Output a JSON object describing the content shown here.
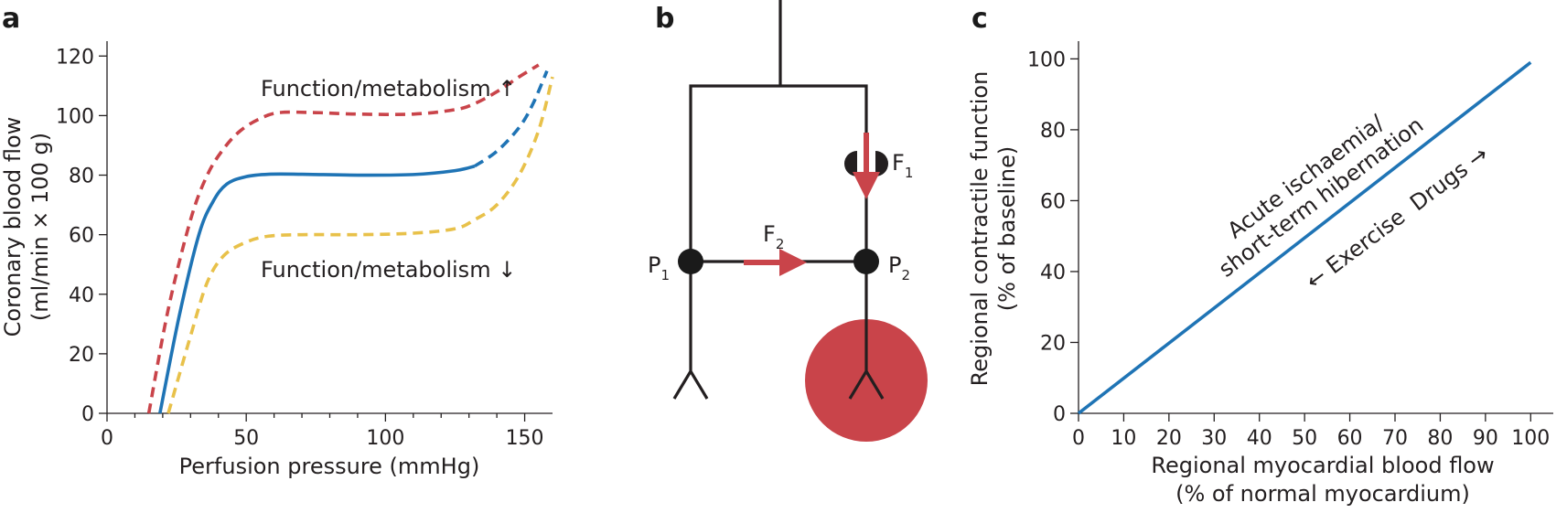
{
  "panels": {
    "a": {
      "letter": "a"
    },
    "b": {
      "letter": "b"
    },
    "c": {
      "letter": "c"
    }
  },
  "chart_data": [
    {
      "panel": "a",
      "type": "line",
      "title": "",
      "xlabel": "Perfusion pressure (mmHg)",
      "ylabel_line1": "Coronary blood flow",
      "ylabel_line2": "(ml/min × 100 g)",
      "xlim": [
        0,
        160
      ],
      "ylim": [
        0,
        125
      ],
      "xticks": [
        0,
        50,
        100,
        150
      ],
      "xminor_ticks": [
        10,
        20,
        30,
        40,
        60,
        70,
        80,
        90,
        110,
        120,
        130,
        140
      ],
      "yticks": [
        0,
        20,
        40,
        60,
        80,
        100,
        120
      ],
      "annotations": {
        "upper": "Function/metabolism ↑",
        "lower": "Function/metabolism ↓"
      },
      "series": [
        {
          "key": "increased",
          "color": "#c9444a",
          "style": "dashed",
          "x": [
            15,
            22,
            30,
            36,
            42,
            48,
            55,
            62,
            75,
            90,
            110,
            125,
            132,
            140,
            148,
            155
          ],
          "y": [
            0,
            35,
            65,
            80,
            89,
            95,
            99,
            101,
            101,
            100.5,
            100.5,
            102,
            104,
            108,
            113,
            117
          ]
        },
        {
          "key": "baseline",
          "color": "#1f74b5",
          "style": "solid",
          "x": [
            19,
            26,
            33,
            38,
            43,
            50,
            58,
            70,
            90,
            110,
            125,
            132
          ],
          "y": [
            0,
            33,
            60,
            71,
            77,
            79.5,
            80.3,
            80.3,
            80,
            80.2,
            81.5,
            83
          ]
        },
        {
          "key": "baseline-extension",
          "color": "#1f74b5",
          "style": "dashed",
          "x": [
            132,
            140,
            148,
            153,
            158
          ],
          "y": [
            83,
            88,
            96,
            104,
            115
          ]
        },
        {
          "key": "decreased",
          "color": "#e8c14a",
          "style": "dashed",
          "x": [
            22,
            30,
            36,
            42,
            50,
            58,
            70,
            90,
            110,
            125,
            132,
            140,
            148,
            155,
            160
          ],
          "y": [
            0,
            26,
            44,
            53,
            57.5,
            59.5,
            60,
            60,
            60.5,
            62,
            65,
            70,
            80,
            95,
            113
          ]
        }
      ]
    },
    {
      "panel": "c",
      "type": "line",
      "title": "",
      "xlabel_line1": "Regional myocardial blood flow",
      "xlabel_line2": "(% of normal myocardium)",
      "ylabel_line1": "Regional contractile function",
      "ylabel_line2": "(% of baseline)",
      "xlim": [
        0,
        105
      ],
      "ylim": [
        0,
        105
      ],
      "xticks": [
        0,
        10,
        20,
        30,
        40,
        50,
        60,
        70,
        80,
        90,
        100
      ],
      "yticks": [
        0,
        20,
        40,
        60,
        80,
        100
      ],
      "annotations": {
        "line1": "Acute ischaemia/",
        "line2": "short-term hibernation",
        "drugs": "Drugs →",
        "exercise": "← Exercise"
      },
      "series": [
        {
          "key": "function-vs-flow",
          "color": "#1f74b5",
          "style": "solid",
          "x": [
            0,
            100
          ],
          "y": [
            0,
            99
          ]
        }
      ]
    }
  ],
  "diagram_b": {
    "labels": {
      "p1": "P",
      "p1_sub": "1",
      "p2": "P",
      "p2_sub": "2",
      "f1": "F",
      "f1_sub": "1",
      "f2": "F",
      "f2_sub": "2"
    },
    "colors": {
      "wire": "#231f20",
      "flow_arrow": "#c9444a",
      "territory": "#c9444a",
      "node": "#1a1a1a"
    }
  }
}
